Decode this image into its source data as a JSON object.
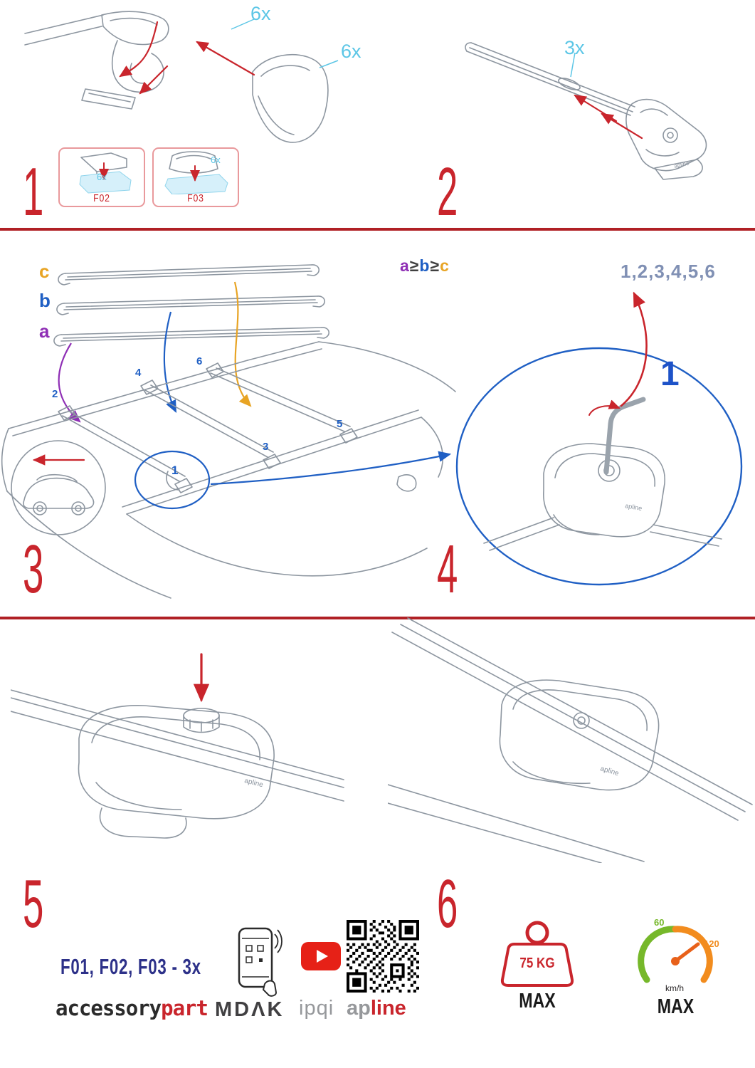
{
  "colors": {
    "red": "#c9252c",
    "cyan": "#5cc6e6",
    "purple": "#8f2fb5",
    "blue": "#1f5fc4",
    "orange": "#e8a424",
    "slate_blue": "#8090b4",
    "dark_blue": "#2d3189",
    "green": "#76b82a",
    "amber": "#f28c1e",
    "gray": "#96989b"
  },
  "step1": {
    "number": "1",
    "cap_qty": "6x",
    "cover_qty": "6x",
    "boxes": [
      {
        "label": "F02",
        "qty": "6x"
      },
      {
        "label": "F03",
        "qty": "6x"
      }
    ]
  },
  "step2": {
    "number": "2",
    "qty": "3x",
    "clamp_logo": "apline"
  },
  "step3": {
    "number": "3",
    "bar_labels": [
      "c",
      "b",
      "a"
    ],
    "order_rule": {
      "a": "a",
      "ge1": "≥",
      "b": "b",
      "ge2": "≥",
      "c": "c"
    },
    "positions": [
      "1",
      "2",
      "3",
      "4",
      "5",
      "6"
    ]
  },
  "step4": {
    "number": "4",
    "tighten_sequence": "1,2,3,4,5,6",
    "first_position": "1",
    "clamp_logo": "apline"
  },
  "step5": {
    "number": "5",
    "clamp_logo": "apline"
  },
  "step6": {
    "number": "6",
    "clamp_logo": "apline"
  },
  "footer": {
    "parts_text": "F01, F02, F03 - 3x",
    "brands": {
      "accessory": "accessory",
      "part": "part",
      "mdak": "MDΛK",
      "ipqi": "ipqi",
      "apline_gray": "ap",
      "apline_red": "line"
    },
    "weight": {
      "value": "75 KG",
      "max": "MAX"
    },
    "speed": {
      "low": "60",
      "high": "120",
      "unit": "km/h",
      "max": "MAX"
    }
  }
}
